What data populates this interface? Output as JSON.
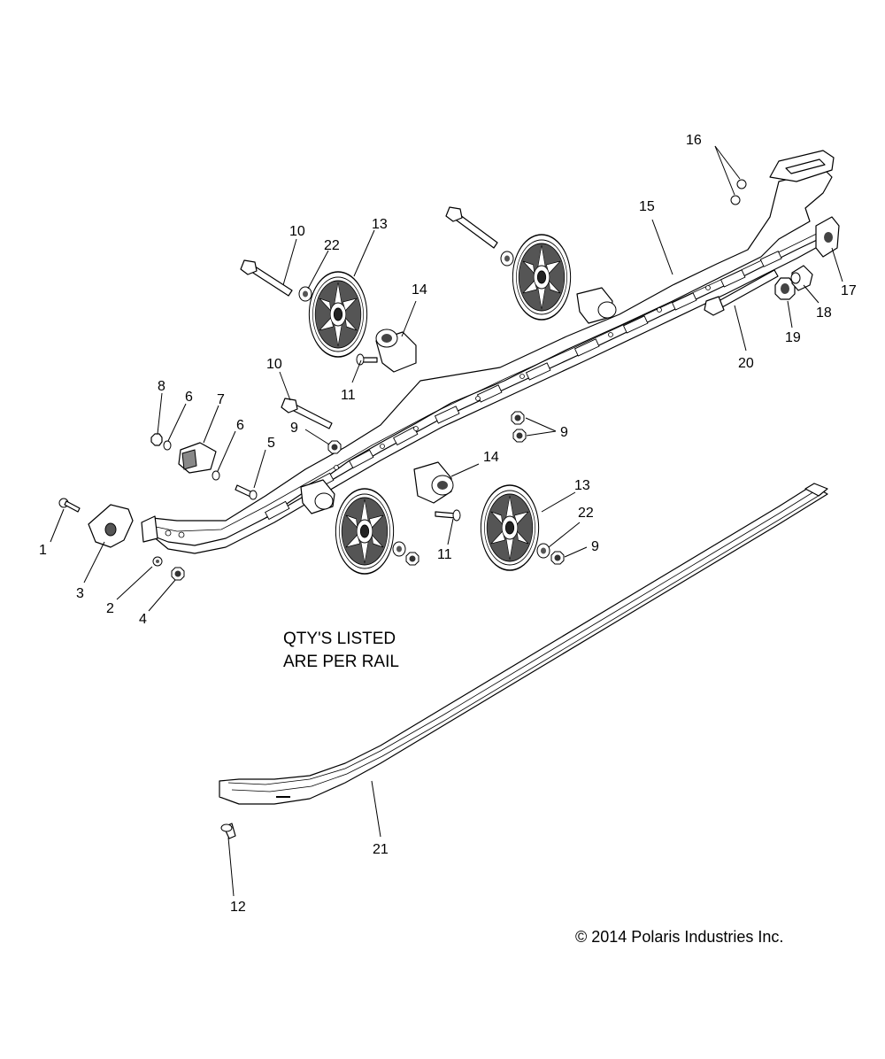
{
  "note": {
    "line1": "QTY'S LISTED",
    "line2": "ARE PER RAIL"
  },
  "copyright": "© 2014 Polaris Industries Inc.",
  "callouts": {
    "c1": "1",
    "c2": "2",
    "c3": "3",
    "c4": "4",
    "c5": "5",
    "c6a": "6",
    "c6b": "6",
    "c7": "7",
    "c8": "8",
    "c9a": "9",
    "c9b": "9",
    "c9c": "9",
    "c10a": "10",
    "c10b": "10",
    "c11a": "11",
    "c11b": "11",
    "c12": "12",
    "c13a": "13",
    "c13b": "13",
    "c14a": "14",
    "c14b": "14",
    "c15": "15",
    "c16": "16",
    "c17": "17",
    "c18": "18",
    "c19": "19",
    "c20": "20",
    "c21": "21",
    "c22a": "22",
    "c22b": "22"
  }
}
